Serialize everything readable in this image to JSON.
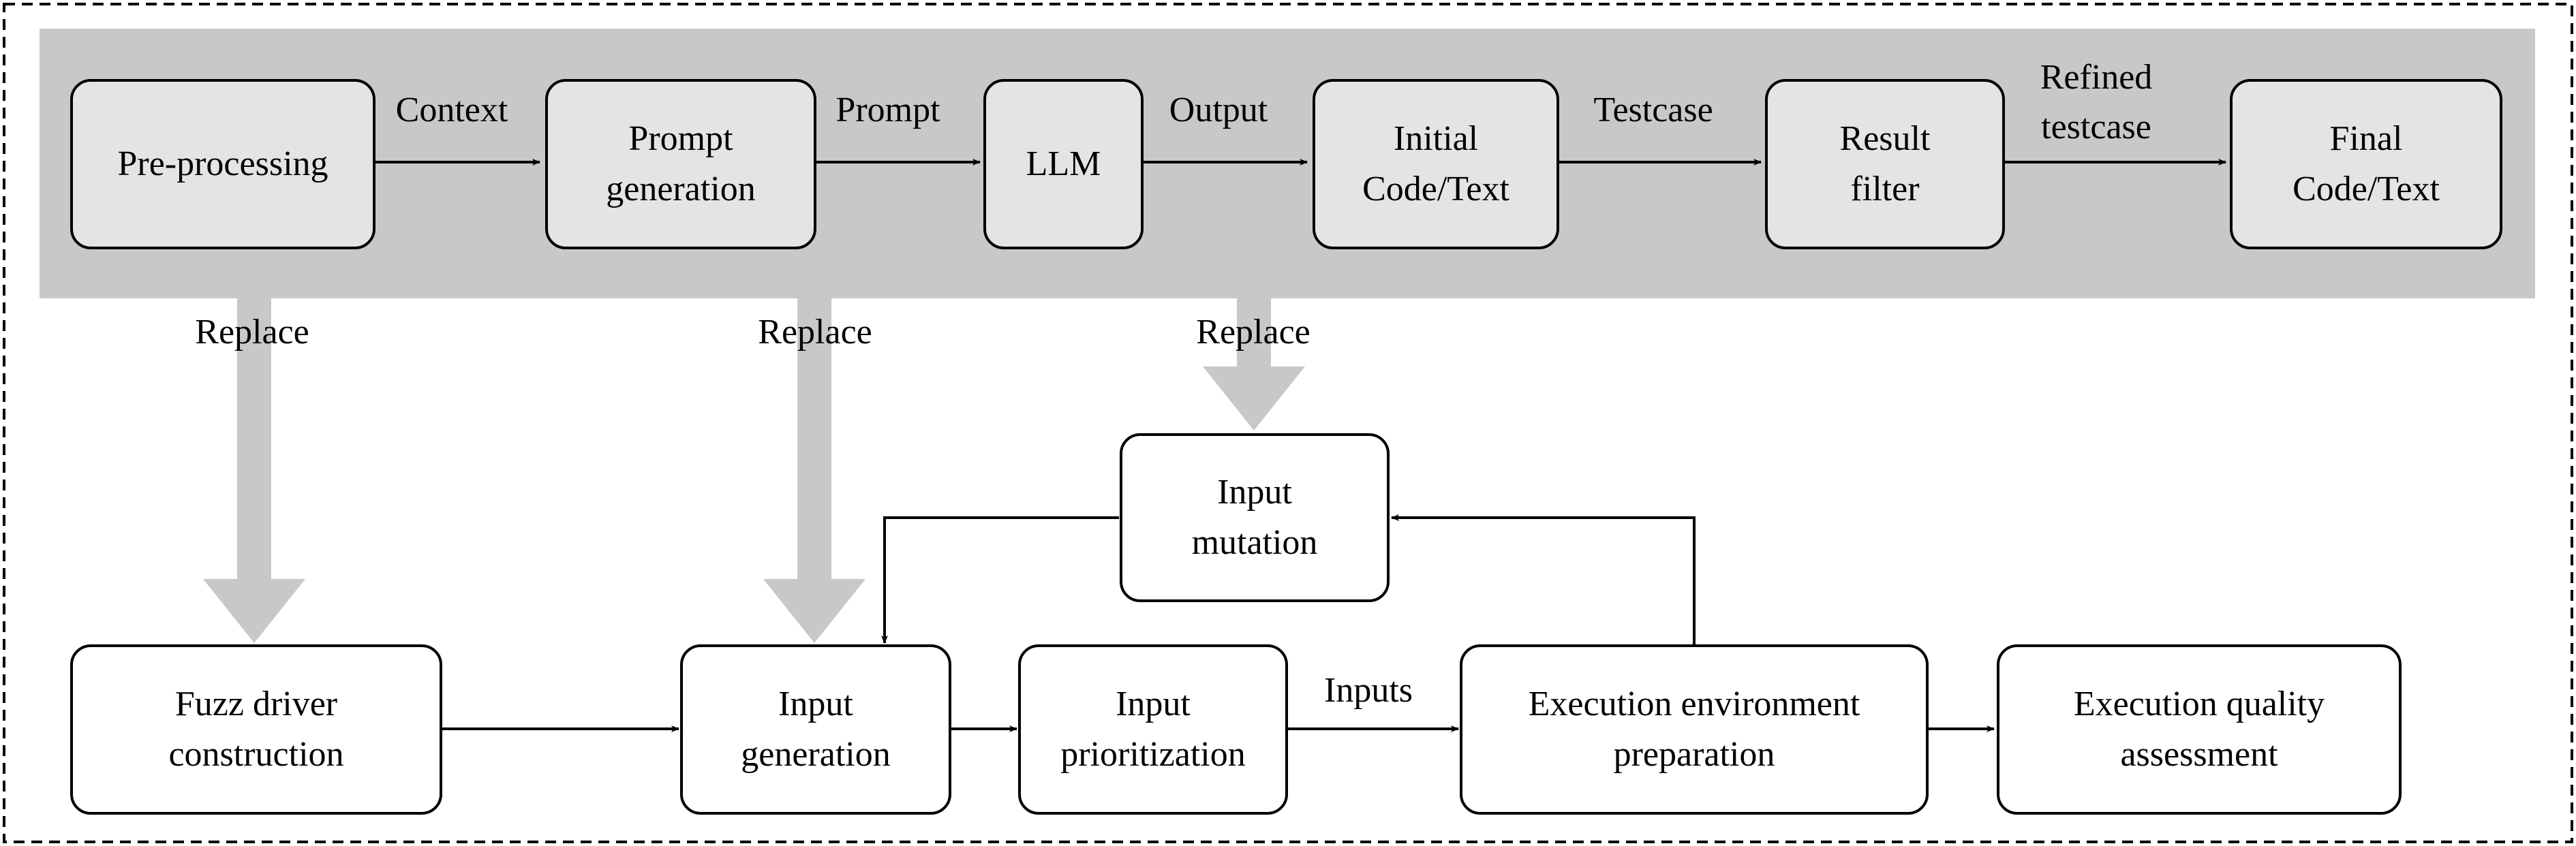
{
  "top_pipeline": {
    "nodes": [
      {
        "id": "preprocessing",
        "label": "Pre-processing"
      },
      {
        "id": "prompt_generation",
        "label": "Prompt\ngeneration"
      },
      {
        "id": "llm",
        "label": "LLM"
      },
      {
        "id": "initial_code",
        "label": "Initial\nCode/Text"
      },
      {
        "id": "result_filter",
        "label": "Result\nfilter"
      },
      {
        "id": "final_code",
        "label": "Final\nCode/Text"
      }
    ],
    "edges": [
      "Context",
      "Prompt",
      "Output",
      "Testcase",
      "Refined\ntestcase"
    ]
  },
  "replace_label": "Replace",
  "bottom_pipeline": {
    "nodes": [
      {
        "id": "fuzz_driver",
        "label": "Fuzz driver\nconstruction"
      },
      {
        "id": "input_generation",
        "label": "Input\ngeneration"
      },
      {
        "id": "input_prioritization",
        "label": "Input\nprioritization"
      },
      {
        "id": "execution_env",
        "label": "Execution environment\npreparation"
      },
      {
        "id": "execution_quality",
        "label": "Execution quality\nassessment"
      },
      {
        "id": "input_mutation",
        "label": "Input\nmutation"
      }
    ],
    "edge_inputs": "Inputs"
  }
}
